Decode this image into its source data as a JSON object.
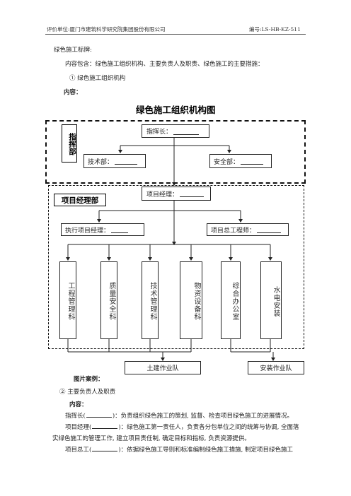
{
  "header": {
    "left": "评价单位:厦门市建筑科学研究院集团股份有限公司",
    "right": "编号:LS-HB-KZ-511"
  },
  "intro": {
    "line1": "绿色施工标牌:",
    "line2": "内容包含：绿色施工组织机构、主要负责人及职责、绿色施工的主要措施：",
    "line3": "①  绿色施工组织机构",
    "line4": "内容："
  },
  "chart": {
    "title": "绿色施工组织机构图",
    "command_label": "指挥部",
    "commander": "指挥长：",
    "tech_dept": "技术部：",
    "safety_dept": "安全部：",
    "pm_office_label": "项目经理部",
    "project_manager": "项目经理：",
    "exec_pm": "执行项目经理：",
    "chief_engineer": "项目总工程师：",
    "departments": [
      "工程管理科",
      "质量安全科",
      "技术管理科",
      "物资设备科",
      "综合办公室",
      "水电安装"
    ],
    "team_civil": "土建作业队",
    "team_install": "安装作业队"
  },
  "case_label": "图片案例：",
  "section2": {
    "heading": "②   主要负责人及职责",
    "content_label": "内容：",
    "line1_a": "指挥长(",
    "line1_b": ")：负责组织绿色施工的策划, 监督、检查项目绿色施工的进展情况。",
    "line2_a": "项目经理(",
    "line2_b": ")：绿色施工第一责任人，负责各分包单位之间的统筹与协调, 全面落",
    "line3": "实绿色施工的管理工作, 建立项目责任制, 确定目标和指标, 负责资源提供。",
    "line4_a": "项目总工(",
    "line4_b": ")：依据绿色施工导则和标准编制绿色施工措施, 制定项目绿色施工"
  }
}
